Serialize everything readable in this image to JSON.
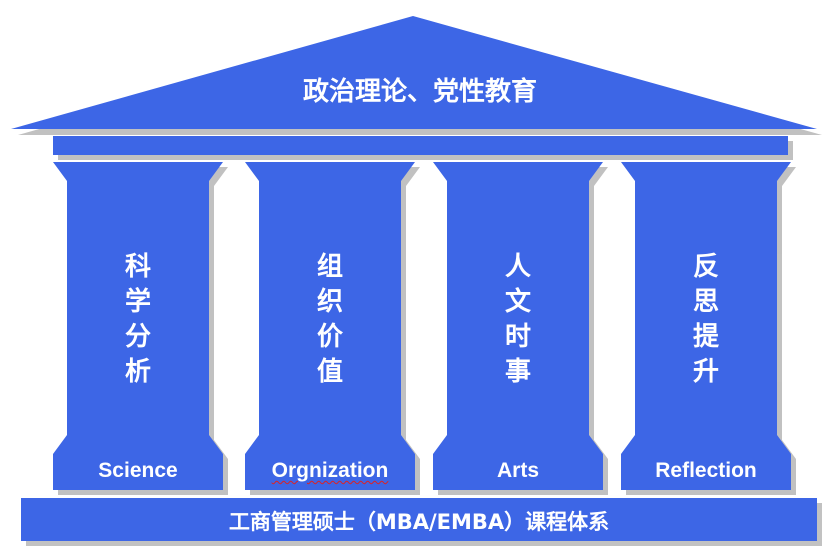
{
  "roof": {
    "label": "政治理论、党性教育"
  },
  "pillars": [
    {
      "zh": "科\n学\n分\n析",
      "en": "Science"
    },
    {
      "zh": "组\n织\n价\n值",
      "en": "Orgnization"
    },
    {
      "zh": "人\n文\n时\n事",
      "en": "Arts"
    },
    {
      "zh": "反\n思\n提\n升",
      "en": "Reflection"
    }
  ],
  "base": {
    "label": "工商管理硕士（MBA/EMBA）课程体系"
  },
  "colors": {
    "fill": "#3d66e6",
    "shadow": "#8f8f8f",
    "background": "#ffffff"
  }
}
